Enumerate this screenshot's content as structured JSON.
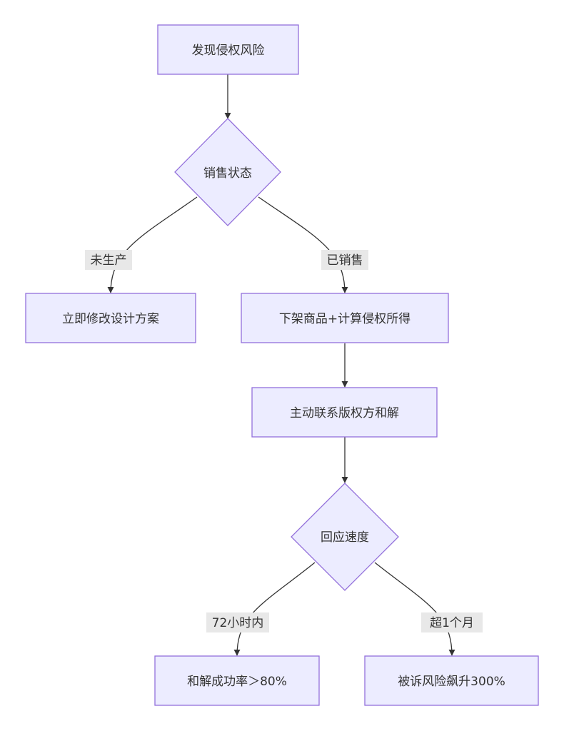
{
  "nodes": {
    "discover": "发现侵权风险",
    "sales_status": "销售状态",
    "modify_design": "立即修改设计方案",
    "delist": "下架商品+计算侵权所得",
    "contact_owner": "主动联系版权方和解",
    "response_speed": "回应速度",
    "settle_rate": "和解成功率＞80%",
    "lawsuit_risk": "被诉风险飙升300%"
  },
  "edges": {
    "not_produced": "未生产",
    "sold": "已销售",
    "within_72h": "72小时内",
    "over_1_month": "超1个月"
  },
  "colors": {
    "node_fill": "#ECECFF",
    "node_stroke": "#9370DB",
    "edge": "#333333",
    "label_bg": "#E8E8E8"
  }
}
